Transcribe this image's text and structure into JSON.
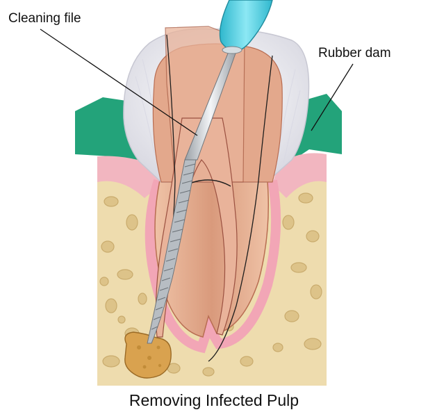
{
  "labels": {
    "cleaning_file": "Cleaning file",
    "rubber_dam": "Rubber dam"
  },
  "caption": "Removing Infected Pulp",
  "colors": {
    "rubber_dam": "#23a37a",
    "gum": "#f2b6c0",
    "bone": "#eedcae",
    "bone_pores": "#ddc389",
    "enamel": "#f1f1f4",
    "dentin": "#e3a88c",
    "pulp_chamber": "#cf8f75",
    "canal": "#e9b39a",
    "instrument_handle": "#4fd1e4",
    "file_shaft": "#c9ced3",
    "infection": "#d9a24f"
  },
  "icons": [
    "tooth-illustration",
    "cleaning-file-instrument",
    "abscess"
  ]
}
